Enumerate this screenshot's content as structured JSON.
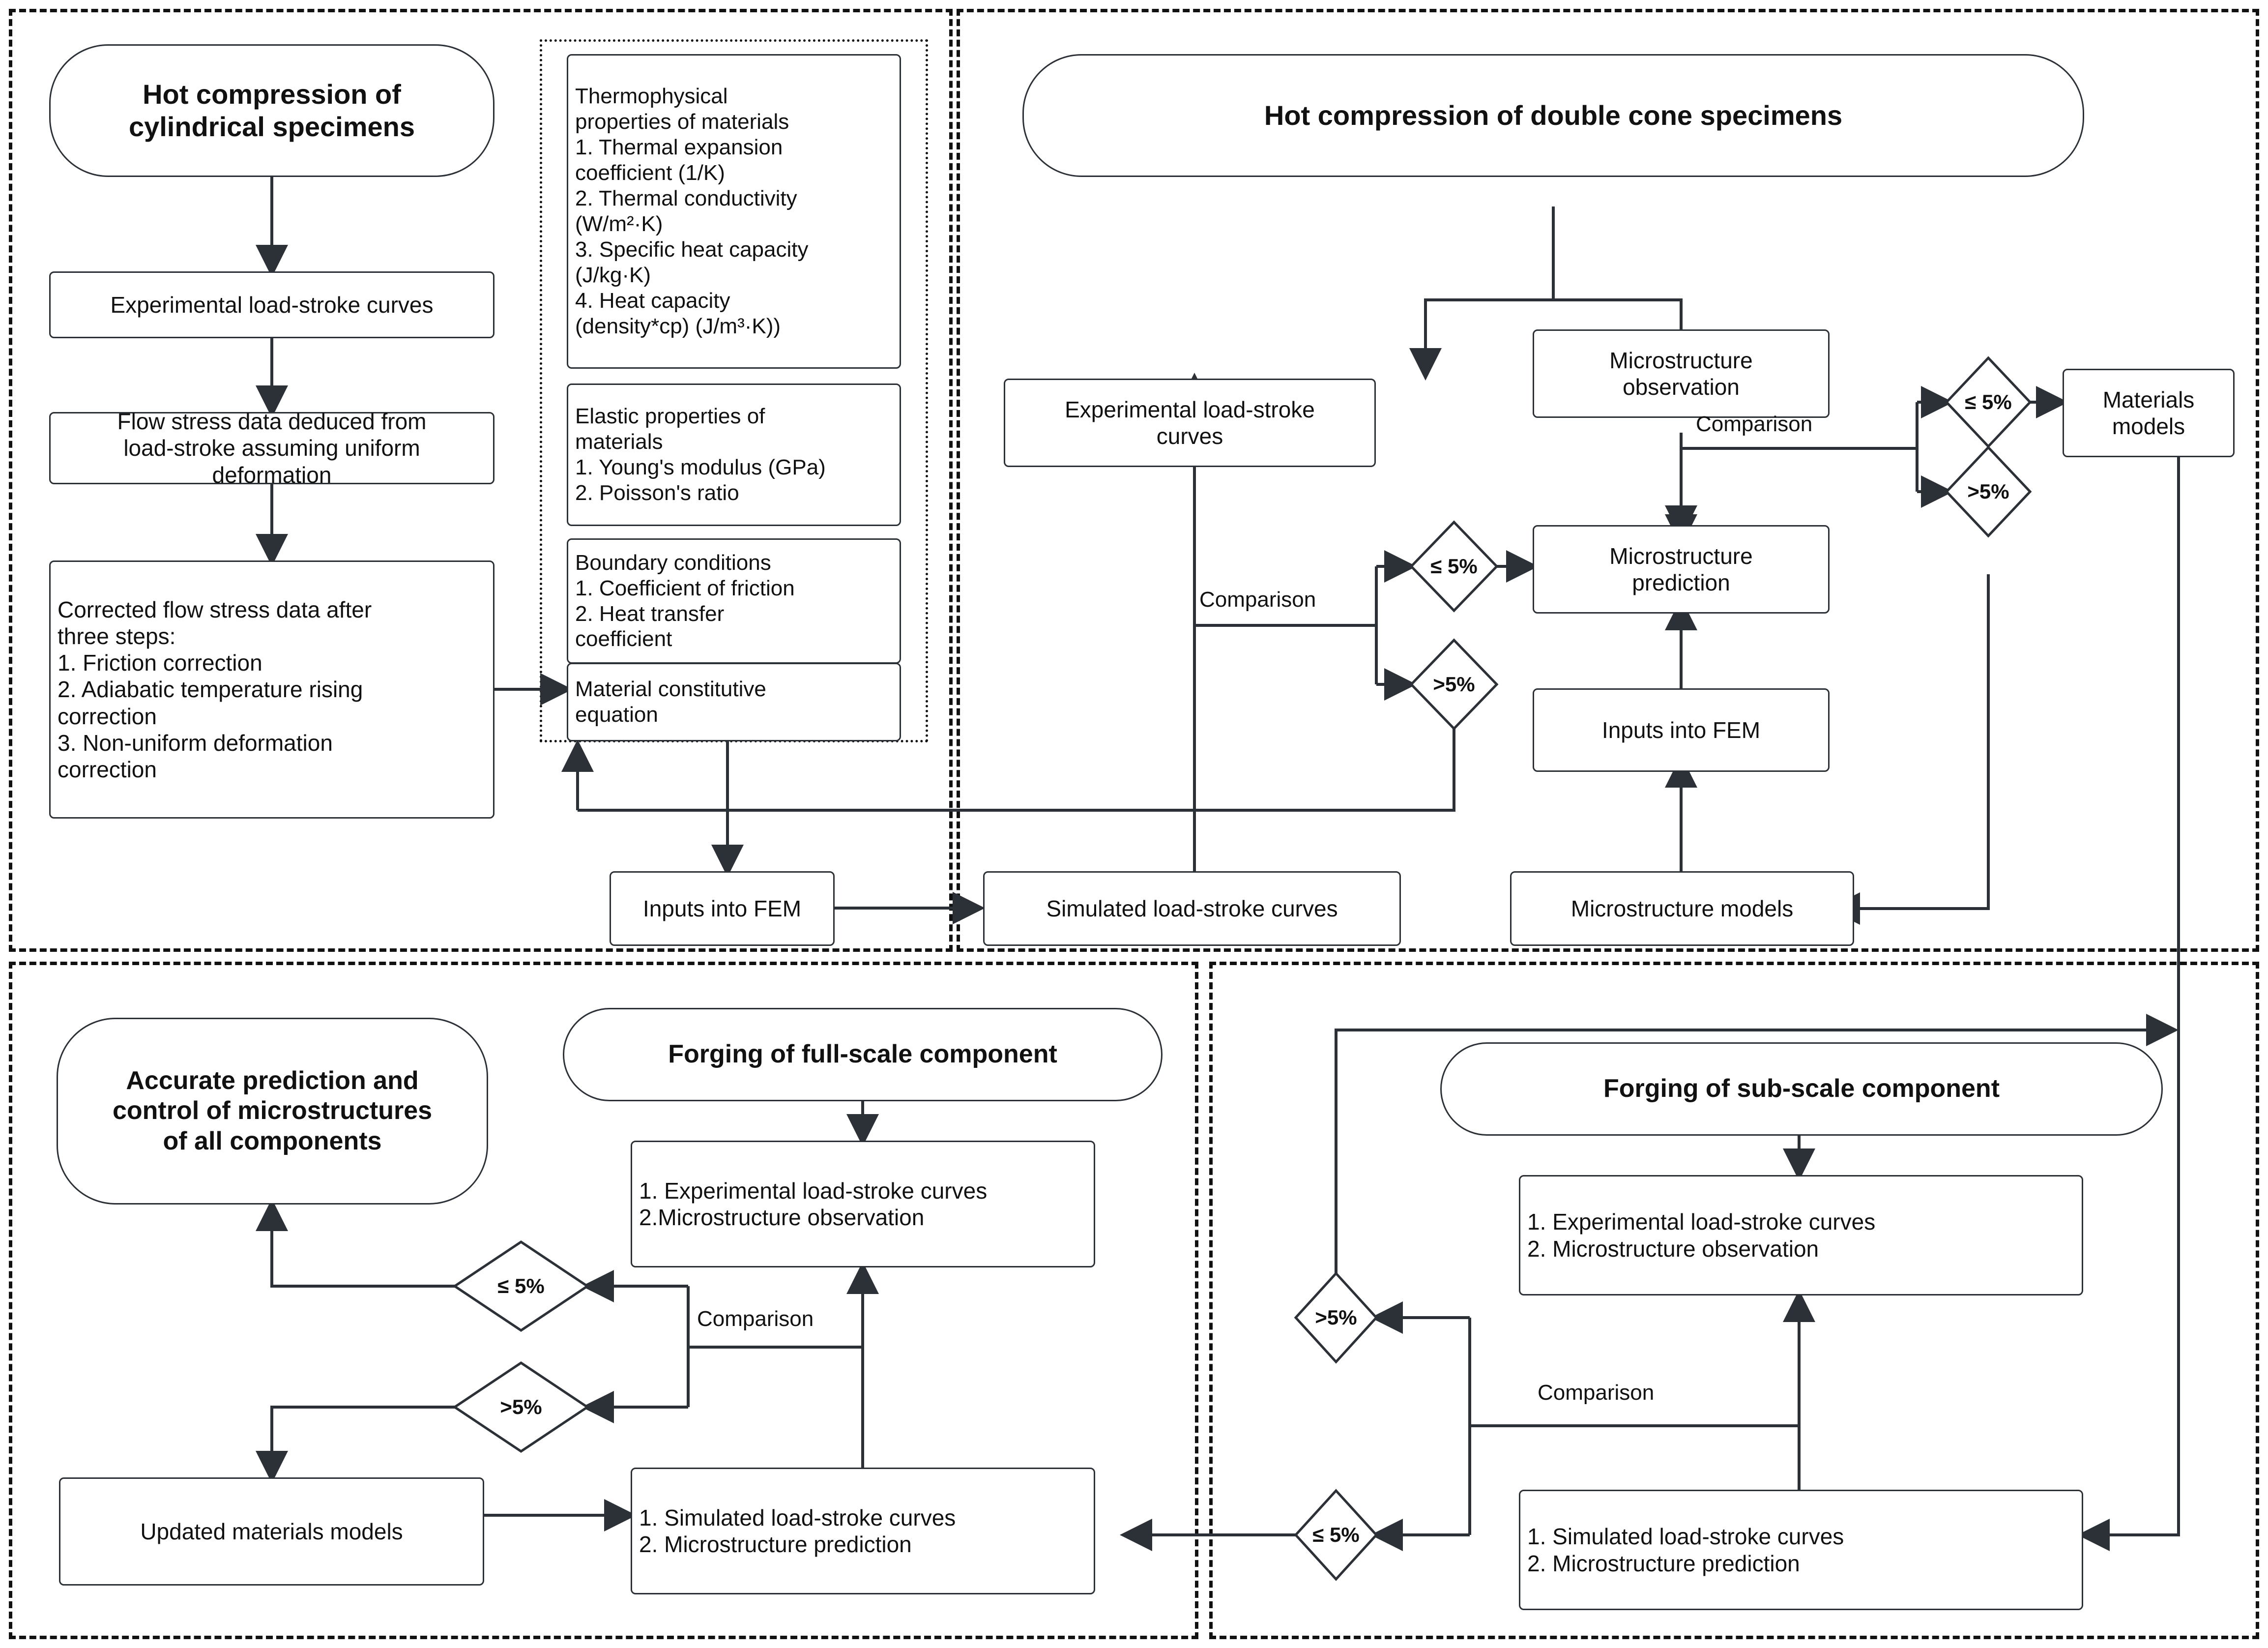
{
  "diagram": {
    "title": "Integrated experimental-simulation workflow for microstructure prediction in forging",
    "panels": [
      {
        "id": "panel-cylindrical",
        "name": "top-left-panel",
        "style": "dashed"
      },
      {
        "id": "panel-double-cone",
        "name": "top-right-panel",
        "style": "dashed"
      },
      {
        "id": "panel-inputs",
        "name": "fem-inputs-group",
        "style": "dotted"
      },
      {
        "id": "panel-full-scale",
        "name": "bottom-left-panel",
        "style": "dashed"
      },
      {
        "id": "panel-sub-scale",
        "name": "bottom-right-panel",
        "style": "dashed"
      }
    ],
    "nodes": {
      "hot_compression_cylindrical": "Hot compression of\ncylindrical  specimens",
      "experimental_load_stroke_curves_cyl": "Experimental load-stroke curves",
      "flow_stress_deduced": "Flow stress data deduced from\nload-stroke assuming uniform\ndeformation",
      "corrected_flow_stress": "Corrected flow stress data after\nthree steps:\n1. Friction correction\n2. Adiabatic temperature rising\ncorrection\n3. Non-uniform deformation\ncorrection",
      "thermophysical_properties": "Thermophysical\nproperties of materials\n1. Thermal expansion\ncoefficient (1/K)\n2. Thermal conductivity\n(W/m²·K)\n3. Specific heat capacity\n(J/kg·K)\n4. Heat capacity\n(density*cp) (J/m³·K))",
      "elastic_properties": "Elastic properties of\nmaterials\n1. Young's modulus (GPa)\n2. Poisson's ratio",
      "boundary_conditions": "Boundary conditions\n1. Coefficient of friction\n2. Heat transfer\ncoefficient",
      "material_constitutive_equation": "Material constitutive\nequation",
      "inputs_into_fem_left": "Inputs into FEM",
      "hot_compression_double_cone": "Hot compression of double cone specimens",
      "experimental_load_stroke_curves_dc": "Experimental load-stroke\ncurves",
      "microstructure_observation_dc": "Microstructure\nobservation",
      "microstructure_prediction_dc": "Microstructure\nprediction",
      "inputs_into_fem_right": "Inputs into FEM",
      "simulated_load_stroke_curves_dc": "Simulated load-stroke curves",
      "microstructure_models": "Microstructure models",
      "materials_models": "Materials\nmodels",
      "accurate_prediction": "Accurate prediction and\ncontrol of microstructures\nof all components",
      "forging_full_scale": "Forging of full-scale component",
      "full_scale_experimental": "1. Experimental load-stroke curves\n2.Microstructure observation",
      "full_scale_simulated": "1. Simulated load-stroke curves\n2. Microstructure prediction",
      "updated_materials_models": "Updated materials models",
      "forging_sub_scale": "Forging of sub-scale component",
      "sub_scale_experimental": "1. Experimental load-stroke curves\n2. Microstructure observation",
      "sub_scale_simulated": "1. Simulated load-stroke curves\n2. Microstructure prediction"
    },
    "decisions": {
      "dc_loadstroke_le5": "≤ 5%",
      "dc_loadstroke_gt5": ">5%",
      "dc_micro_le5": "≤ 5%",
      "dc_micro_gt5": ">5%",
      "full_le5": "≤ 5%",
      "full_gt5": ">5%",
      "sub_gt5": ">5%",
      "sub_le5": "≤ 5%"
    },
    "edge_labels": {
      "comparison_dc_loadstroke": "Comparison",
      "comparison_dc_micro": "Comparison",
      "comparison_full_scale": "Comparison",
      "comparison_sub_scale": "Comparison"
    },
    "colors": {
      "stroke": "#2c3137",
      "text": "#111111",
      "background": "#ffffff",
      "panel_border": "#111111"
    }
  }
}
